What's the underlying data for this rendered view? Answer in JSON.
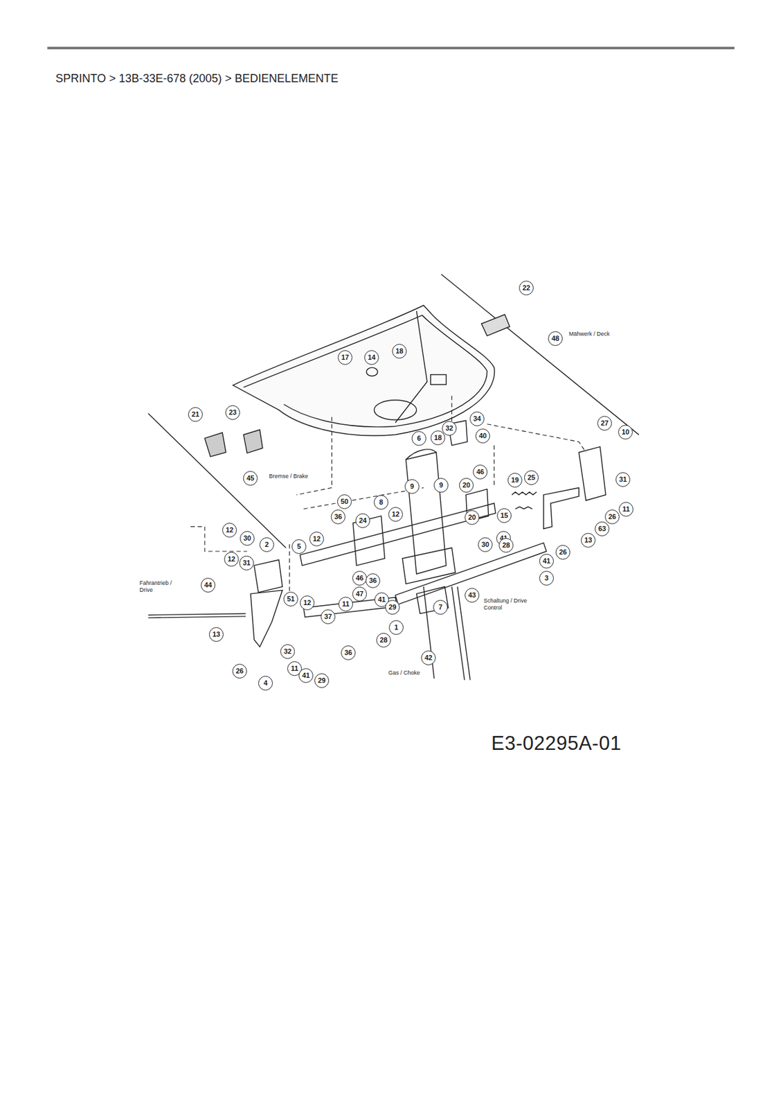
{
  "diagram": {
    "title": "SPRINTO > 13B-33E-678 (2005) > BEDIENELEMENTE",
    "caption": "E3-02295A-01",
    "labels": [
      "22",
      "48",
      "17",
      "14",
      "18",
      "21",
      "23",
      "27",
      "10",
      "6",
      "18",
      "32",
      "34",
      "40",
      "45",
      "9",
      "9",
      "20",
      "46",
      "19",
      "25",
      "31",
      "11",
      "26",
      "63",
      "13",
      "26",
      "41",
      "3",
      "41",
      "15",
      "20",
      "30",
      "28",
      "12",
      "30",
      "2",
      "5",
      "12",
      "36",
      "50",
      "24",
      "8",
      "12",
      "46",
      "47",
      "36",
      "12",
      "31",
      "51",
      "12",
      "11",
      "37",
      "41",
      "29",
      "1",
      "28",
      "36",
      "44",
      "13",
      "26",
      "32",
      "11",
      "41",
      "29",
      "4",
      "7",
      "42",
      "43",
      "Mähwerk / Deck",
      "Bremse / Brake",
      "Fahrantrieb / Drive",
      "Schaltung / Drive Control",
      "Gas / Choke"
    ]
  }
}
